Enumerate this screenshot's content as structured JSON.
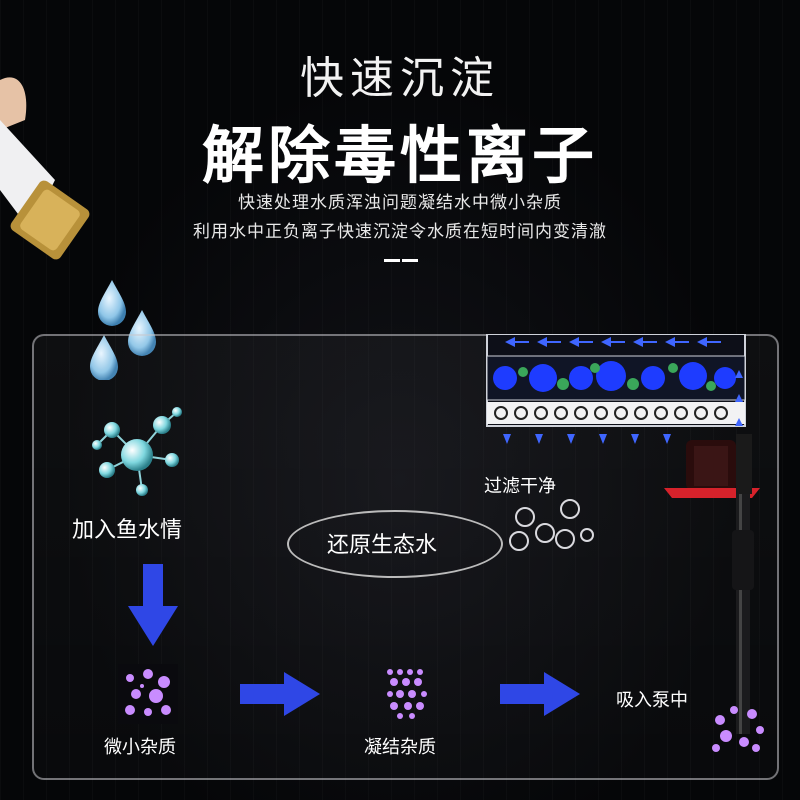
{
  "header": {
    "title": "快速沉淀",
    "headline": "解除毒性离子",
    "line1": "快速处理水质浑浊问题凝结水中微小杂质",
    "line2": "利用水中正负离子快速沉淀令水质在短时间内变清澈"
  },
  "diagram": {
    "step_add": "加入鱼水情",
    "step_particles": "微小杂质",
    "step_coagulate": "凝结杂质",
    "step_pump": "吸入泵中",
    "step_filter": "过滤干净",
    "step_restore": "还原生态水"
  },
  "colors": {
    "arrow": "#2f47e6",
    "bubble": "#1e3cff",
    "bubble_alt": "#3aa65a",
    "particle": "#c98cff",
    "flow": "#3f66ff"
  }
}
